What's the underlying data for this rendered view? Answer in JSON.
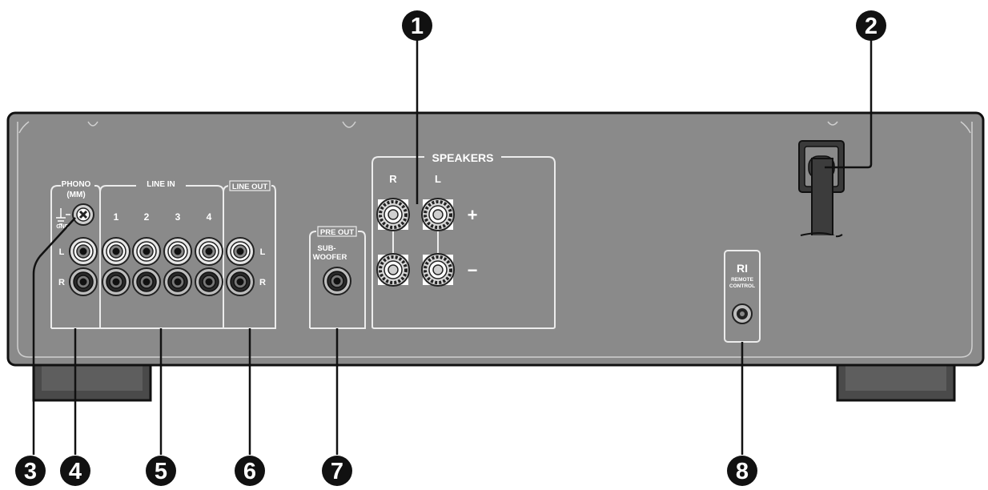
{
  "panel": {
    "phono": {
      "title_line1": "PHONO",
      "title_line2": "(MM)",
      "gnd": "GND",
      "left": "L",
      "right": "R"
    },
    "line_in": {
      "title": "LINE IN",
      "inputs": [
        "1",
        "2",
        "3",
        "4"
      ]
    },
    "line_out": {
      "title": "LINE OUT",
      "left": "L",
      "right": "R"
    },
    "pre_out": {
      "title": "PRE OUT",
      "sub_line1": "SUB-",
      "sub_line2": "WOOFER"
    },
    "speakers": {
      "title": "SPEAKERS",
      "right": "R",
      "left": "L",
      "plus": "+",
      "minus": "−"
    },
    "remote": {
      "logo": "RI",
      "line1": "REMOTE",
      "line2": "CONTROL"
    }
  },
  "callouts": [
    "1",
    "2",
    "3",
    "4",
    "5",
    "6",
    "7",
    "8"
  ]
}
